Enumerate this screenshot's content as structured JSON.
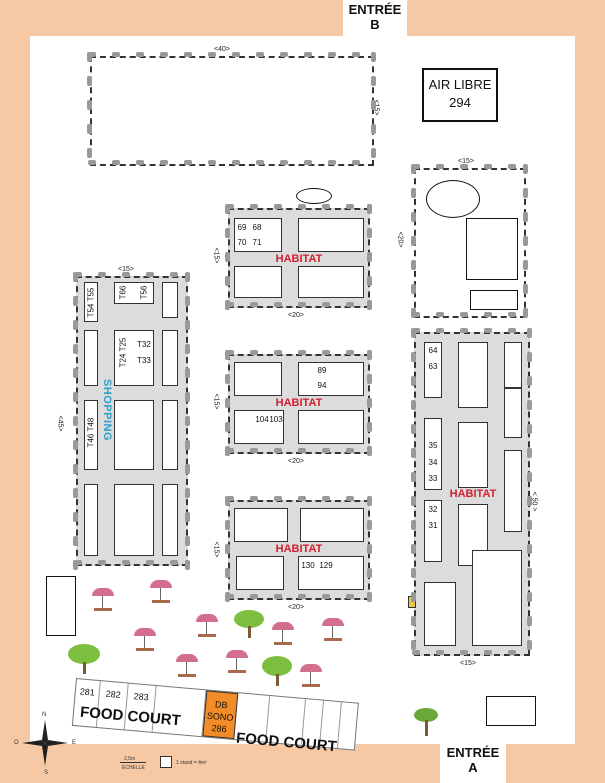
{
  "entrances": {
    "top": [
      "ENTRÉE",
      "B"
    ],
    "bottom": [
      "ENTRÉE",
      "A"
    ]
  },
  "air_libre": {
    "title": "AIR LIBRE",
    "number": "294"
  },
  "dimensions": {
    "top_pen_width": "<40>",
    "top_pen_height": "<15>",
    "right_top_width": "<15>",
    "right_top_height": "<20>",
    "habitat1_width": "<20>",
    "habitat1_height": "<15>",
    "habitat2_width": "<20>",
    "habitat2_height": "<15>",
    "habitat3_width": "<20>",
    "habitat3_height": "<15>",
    "shopping_width": "<15>",
    "shopping_height": "<45>",
    "right_hab_width": "<15>",
    "right_hab_height": "< 50 >"
  },
  "habitat_label": "HABITAT",
  "shopping_label": "SHOPPING",
  "food_court_label": "FOOD COURT",
  "booths": {
    "hab1": [
      "69",
      "68",
      "70",
      "71"
    ],
    "hab2": [
      "89",
      "94",
      "104",
      "103"
    ],
    "hab3": [
      "130",
      "129"
    ],
    "shopping": [
      "T55",
      "T56",
      "T54",
      "T66",
      "T25",
      "T24",
      "T32",
      "T33",
      "T48",
      "T46"
    ],
    "right": [
      "64",
      "63",
      "35",
      "34",
      "33",
      "32",
      "31"
    ]
  },
  "food_court": {
    "cells": [
      "281",
      "282",
      "283"
    ],
    "sono_line1": "DB",
    "sono_line2": "SONO",
    "sono_num": "286"
  },
  "legend": {
    "scale_value": "2,5m",
    "scale_label": "ÉCHELLE",
    "unit": "1 stand = 4m²"
  },
  "compass_labels": [
    "N",
    "E",
    "S",
    "O"
  ],
  "colors": {
    "frame": "#f6c9a4",
    "habitat": "#d1202e",
    "shopping": "#2aa0cc",
    "sono": "#f28c28"
  }
}
